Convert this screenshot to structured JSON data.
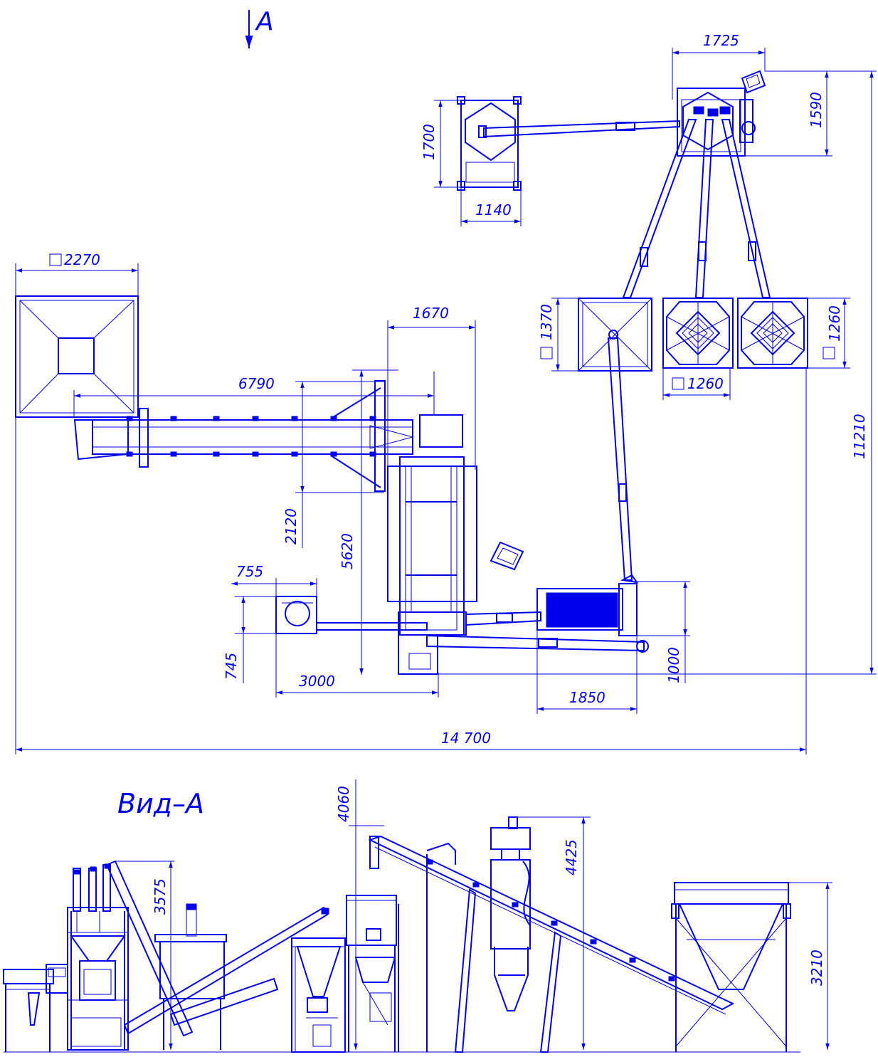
{
  "plan": {
    "view_marker": "A",
    "dims": {
      "d1725": "1725",
      "d1590": "1590",
      "d1700": "1700",
      "d1140": "1140",
      "d2270": "2270",
      "d1670": "1670",
      "d6790": "6790",
      "d1370": "1370",
      "d1260a": "1260",
      "d1260b": "1260",
      "d11210": "11210",
      "d2120": "2120",
      "d5620": "5620",
      "d755": "755",
      "d745": "745",
      "d3000": "3000",
      "d1850": "1850",
      "d1000": "1000",
      "d14700": "14 700"
    }
  },
  "elevation": {
    "title": "Вид–А",
    "dims": {
      "d4060": "4060",
      "d4425": "4425",
      "d3575": "3575",
      "d3210": "3210"
    }
  },
  "style": {
    "line_color": "#0000ee",
    "background": "#ffffff"
  }
}
